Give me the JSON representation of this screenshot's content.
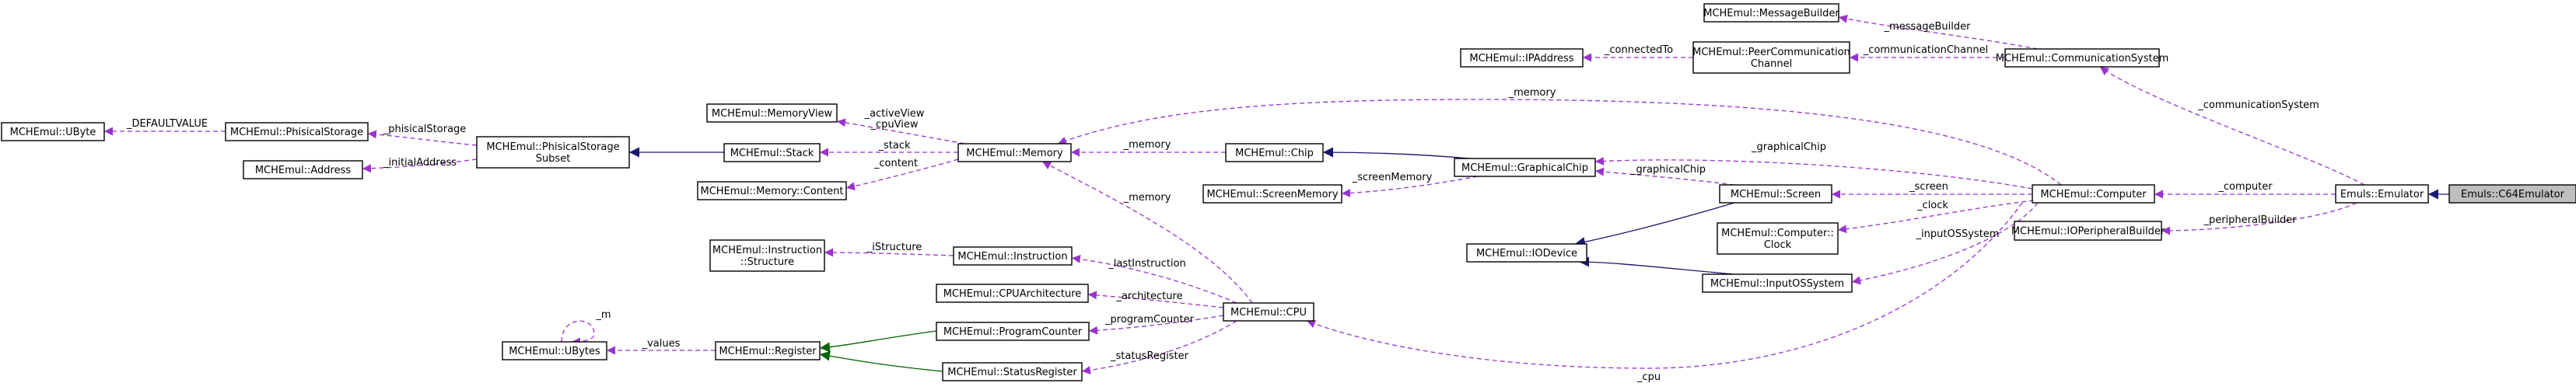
{
  "diagram": {
    "nodes": [
      {
        "id": "c64",
        "label": [
          "Emuls::C64Emulator"
        ],
        "highlight": true
      },
      {
        "id": "emulator",
        "label": [
          "Emuls::Emulator"
        ]
      },
      {
        "id": "computer",
        "label": [
          "MCHEmul::Computer"
        ]
      },
      {
        "id": "ioperiph",
        "label": [
          "MCHEmul::IOPeripheralBuilder"
        ]
      },
      {
        "id": "commsys",
        "label": [
          "MCHEmul::CommunicationSystem"
        ]
      },
      {
        "id": "msgbuilder",
        "label": [
          "MCHEmul::MessageBuilder"
        ]
      },
      {
        "id": "peercomm",
        "label": [
          "MCHEmul::PeerCommunication",
          "Channel"
        ]
      },
      {
        "id": "ipaddr",
        "label": [
          "MCHEmul::IPAddress"
        ]
      },
      {
        "id": "screen",
        "label": [
          "MCHEmul::Screen"
        ]
      },
      {
        "id": "clock",
        "label": [
          "MCHEmul::Computer::",
          "Clock"
        ]
      },
      {
        "id": "inputos",
        "label": [
          "MCHEmul::InputOSSystem"
        ]
      },
      {
        "id": "iodevice",
        "label": [
          "MCHEmul::IODevice"
        ]
      },
      {
        "id": "graphchip",
        "label": [
          "MCHEmul::GraphicalChip"
        ]
      },
      {
        "id": "screenmem",
        "label": [
          "MCHEmul::ScreenMemory"
        ]
      },
      {
        "id": "chip",
        "label": [
          "MCHEmul::Chip"
        ]
      },
      {
        "id": "memory",
        "label": [
          "MCHEmul::Memory"
        ]
      },
      {
        "id": "memview",
        "label": [
          "MCHEmul::MemoryView"
        ]
      },
      {
        "id": "stack",
        "label": [
          "MCHEmul::Stack"
        ]
      },
      {
        "id": "memcontent",
        "label": [
          "MCHEmul::Memory::Content"
        ]
      },
      {
        "id": "pss",
        "label": [
          "MCHEmul::PhisicalStorage",
          "Subset"
        ]
      },
      {
        "id": "ps",
        "label": [
          "MCHEmul::PhisicalStorage"
        ]
      },
      {
        "id": "ubyte",
        "label": [
          "MCHEmul::UByte"
        ]
      },
      {
        "id": "address",
        "label": [
          "MCHEmul::Address"
        ]
      },
      {
        "id": "cpu",
        "label": [
          "MCHEmul::CPU"
        ]
      },
      {
        "id": "instruction",
        "label": [
          "MCHEmul::Instruction"
        ]
      },
      {
        "id": "instrstruct",
        "label": [
          "MCHEmul::Instruction",
          "::Structure"
        ]
      },
      {
        "id": "cpuarch",
        "label": [
          "MCHEmul::CPUArchitecture"
        ]
      },
      {
        "id": "progcounter",
        "label": [
          "MCHEmul::ProgramCounter"
        ]
      },
      {
        "id": "statusreg",
        "label": [
          "MCHEmul::StatusRegister"
        ]
      },
      {
        "id": "register",
        "label": [
          "MCHEmul::Register"
        ]
      },
      {
        "id": "ubytes",
        "label": [
          "MCHEmul::UBytes"
        ]
      }
    ],
    "edges": [
      {
        "id": "e-c64-emulator",
        "type": "inherit-blue",
        "label": ""
      },
      {
        "id": "e-computer",
        "type": "use",
        "label": "_computer"
      },
      {
        "id": "e-periph",
        "type": "use",
        "label": "_peripheralBuilder"
      },
      {
        "id": "e-commsys",
        "type": "use",
        "label": "_communicationSystem"
      },
      {
        "id": "e-msgbuilder",
        "type": "use",
        "label": "_messageBuilder"
      },
      {
        "id": "e-commchannel",
        "type": "use",
        "label": "_communicationChannel"
      },
      {
        "id": "e-connectedto",
        "type": "use",
        "label": "_connectedTo"
      },
      {
        "id": "e-memory-top",
        "type": "use",
        "label": "_memory"
      },
      {
        "id": "e-graphchip-comp",
        "type": "use",
        "label": "_graphicalChip"
      },
      {
        "id": "e-screen",
        "type": "use",
        "label": "_screen"
      },
      {
        "id": "e-clock",
        "type": "use",
        "label": "_clock"
      },
      {
        "id": "e-inputos",
        "type": "use",
        "label": "_inputOSSystem"
      },
      {
        "id": "e-cpu",
        "type": "use",
        "label": "_cpu"
      },
      {
        "id": "e-graphchip-screen",
        "type": "use",
        "label": "_graphicalChip"
      },
      {
        "id": "e-screen-iodevice",
        "type": "inherit-blue",
        "label": ""
      },
      {
        "id": "e-inputos-iodevice",
        "type": "inherit-blue",
        "label": ""
      },
      {
        "id": "e-graph-chip",
        "type": "inherit-blue",
        "label": ""
      },
      {
        "id": "e-screenmemory",
        "type": "use",
        "label": "_screenMemory"
      },
      {
        "id": "e-chip-memory",
        "type": "use",
        "label": "_memory"
      },
      {
        "id": "e-cpu-memory",
        "type": "use",
        "label": "_memory"
      },
      {
        "id": "e-activeview",
        "type": "use",
        "label": "_activeView\n_cpuView"
      },
      {
        "id": "e-stack",
        "type": "use",
        "label": "_stack"
      },
      {
        "id": "e-content",
        "type": "use",
        "label": "_content"
      },
      {
        "id": "e-stack-pss",
        "type": "inherit-blue",
        "label": ""
      },
      {
        "id": "e-phisicalstorage",
        "type": "use",
        "label": "_phisicalStorage"
      },
      {
        "id": "e-defaultvalue",
        "type": "use",
        "label": "_DEFAULTVALUE"
      },
      {
        "id": "e-initialaddress",
        "type": "use",
        "label": "_initialAddress"
      },
      {
        "id": "e-lastinstruction",
        "type": "use",
        "label": "_lastInstruction"
      },
      {
        "id": "e-istructure",
        "type": "use",
        "label": "_iStructure"
      },
      {
        "id": "e-architecture",
        "type": "use",
        "label": "_architecture"
      },
      {
        "id": "e-programcounter",
        "type": "use",
        "label": "_programCounter"
      },
      {
        "id": "e-statusregister",
        "type": "use",
        "label": "_statusRegister"
      },
      {
        "id": "e-pc-register",
        "type": "inherit-green",
        "label": ""
      },
      {
        "id": "e-sr-register",
        "type": "inherit-green",
        "label": ""
      },
      {
        "id": "e-values",
        "type": "use",
        "label": "_values"
      },
      {
        "id": "e-ubytes-self",
        "type": "use",
        "label": "_m"
      }
    ]
  }
}
